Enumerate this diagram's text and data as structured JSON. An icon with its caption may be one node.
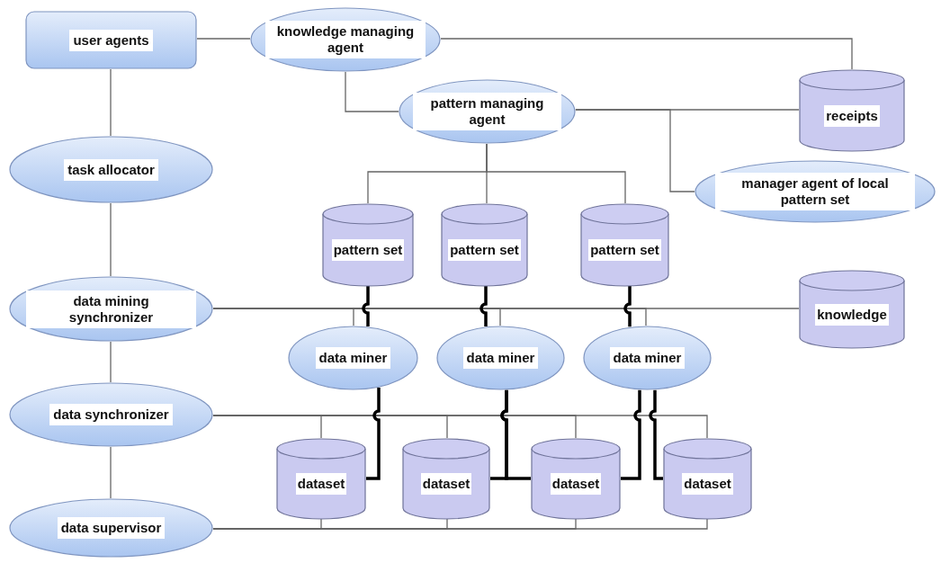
{
  "diagram": {
    "nodes": [
      {
        "text": [
          "user agents"
        ]
      },
      {
        "text": [
          "knowledge managing agent"
        ]
      },
      {
        "text": [
          "pattern managing agent"
        ]
      },
      {
        "text": [
          "receipts"
        ]
      },
      {
        "text": [
          "task allocator"
        ]
      },
      {
        "text": [
          "manager agent of local pattern set"
        ]
      },
      {
        "text": [
          "pattern set"
        ]
      },
      {
        "text": [
          "pattern set"
        ]
      },
      {
        "text": [
          "pattern set"
        ]
      },
      {
        "text": [
          "data mining synchronizer"
        ]
      },
      {
        "text": [
          "knowledge"
        ]
      },
      {
        "text": [
          "data miner"
        ]
      },
      {
        "text": [
          "data miner"
        ]
      },
      {
        "text": [
          "data miner"
        ]
      },
      {
        "text": [
          "data synchronizer"
        ]
      },
      {
        "text": [
          "data supervisor"
        ]
      },
      {
        "text": [
          "dataset"
        ]
      },
      {
        "text": [
          "dataset"
        ]
      },
      {
        "text": [
          "dataset"
        ]
      },
      {
        "text": [
          "dataset"
        ]
      }
    ],
    "edges": [
      {
        "from": 0,
        "to": 1,
        "arrow": "none"
      },
      {
        "from": 0,
        "to": 4,
        "arrow": "none"
      },
      {
        "from": 1,
        "to": 3,
        "arrow": "none"
      },
      {
        "from": 1,
        "to": 2,
        "arrow": "none"
      },
      {
        "from": 2,
        "to": 3,
        "arrow": "none"
      },
      {
        "from": 2,
        "to": 5,
        "arrow": "none"
      },
      {
        "from": 2,
        "to": 6,
        "arrow": "none"
      },
      {
        "from": 2,
        "to": 7,
        "arrow": "none"
      },
      {
        "from": 2,
        "to": 8,
        "arrow": "none"
      },
      {
        "from": 4,
        "to": 9,
        "arrow": "none"
      },
      {
        "from": 9,
        "to": 14,
        "arrow": "none"
      },
      {
        "from": 14,
        "to": 15,
        "arrow": "none"
      },
      {
        "from": 9,
        "to": 11,
        "arrow": "none"
      },
      {
        "from": 9,
        "to": 12,
        "arrow": "none"
      },
      {
        "from": 9,
        "to": 13,
        "arrow": "none"
      },
      {
        "from": 9,
        "to": 10,
        "arrow": "none"
      },
      {
        "from": 6,
        "to": 11,
        "arrow": "none",
        "style": "thick",
        "color": "#000000"
      },
      {
        "from": 7,
        "to": 12,
        "arrow": "none",
        "style": "thick",
        "color": "#000000"
      },
      {
        "from": 8,
        "to": 13,
        "arrow": "none",
        "style": "thick",
        "color": "#000000"
      },
      {
        "from": 14,
        "to": 16,
        "arrow": "none"
      },
      {
        "from": 14,
        "to": 17,
        "arrow": "none"
      },
      {
        "from": 14,
        "to": 18,
        "arrow": "none"
      },
      {
        "from": 14,
        "to": 19,
        "arrow": "none"
      },
      {
        "from": 15,
        "to": 16,
        "arrow": "none"
      },
      {
        "from": 15,
        "to": 17,
        "arrow": "none"
      },
      {
        "from": 15,
        "to": 18,
        "arrow": "none"
      },
      {
        "from": 15,
        "to": 19,
        "arrow": "none"
      },
      {
        "from": 11,
        "to": 16,
        "arrow": "none",
        "style": "thick",
        "color": "#000000"
      },
      {
        "from": 12,
        "to": 17,
        "arrow": "none",
        "style": "thick",
        "color": "#000000"
      },
      {
        "from": 12,
        "to": 18,
        "arrow": "none",
        "style": "thick",
        "color": "#000000"
      },
      {
        "from": 13,
        "to": 18,
        "arrow": "none",
        "style": "thick",
        "color": "#000000"
      },
      {
        "from": 13,
        "to": 19,
        "arrow": "none",
        "style": "thick",
        "color": "#000000"
      }
    ]
  }
}
